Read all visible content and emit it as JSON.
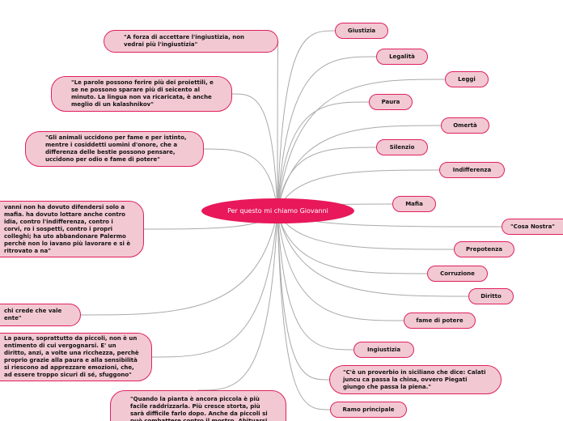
{
  "center": "Per questo mi chiamo Giovanni",
  "right": {
    "giustizia": "Giustizia",
    "legalita": "Legalità",
    "leggi": "Leggi",
    "paura": "Paura",
    "omerta": "Omertà",
    "silenzio": "Silenzio",
    "indifferenza": "Indifferenza",
    "mafia": "Mafia",
    "cosa_nostra": "\"Cosa Nostra\"",
    "prepotenza": "Prepotenza",
    "corruzione": "Corruzione",
    "diritto": "Diritto",
    "fame_di_potere": "fame di potere",
    "ingiustizia": "Ingiustizia",
    "proverbio": "\"C'è un proverbio in siciliano che  dice: Calati juncu ca passa la  china, ovvero Piegati giungo che passa la piena.\"",
    "ramo": "Ramo principale"
  },
  "left": {
    "quote1": "\"A forza di accettare l'ingiustizia, non vedrai più l'ingiustizia\"",
    "quote2": "\"Le parole possono ferire  più dei proiettili, e se ne possono sparare più di seicento al minuto. La lingua non va ricaricata, è anche meglio di un kalashnikov\"",
    "quote3": "\"Gli animali uccidono per fame e per istinto, mentre i cosiddetti uomini d'onore, che a differenza delle bestie possono pensare, uccidono per odio e fame di potere\"",
    "quote4": "vanni non ha dovuto difendersi solo a mafia. ha dovuto lottare anche contro idia, contro l'indifferenza, contro i corvi, ro i sospetti, contro i propri colleghi; ha uto abbandonare Palermo perchè non lo iavano più lavorare e si è ritrovato a na\"",
    "quote5": "chi crede che vale ente\"",
    "quote6": "La paura, soprattutto da piccoli, non è un entimento di cui vergognarsi. E' un diritto, anzi, a volte una ricchezza, perchè proprio grazie alla paura e alla sensibilità  si riescono ad apprezzare emozioni, che, ad essere troppo sicuri di sé, sfuggono\"",
    "quote7": "\"Quando la pianta è ancora piccola è più facile raddrizzarla.  Più cresce storta, più sarà difficile farlo dopo. Anche da piccoli si può combattere contro il mostro. Abituarsi"
  },
  "colors": {
    "node_fill": "#f2c9d2",
    "node_border": "#e0205f",
    "center_fill": "#e8185a",
    "link": "#aaaaaa"
  }
}
